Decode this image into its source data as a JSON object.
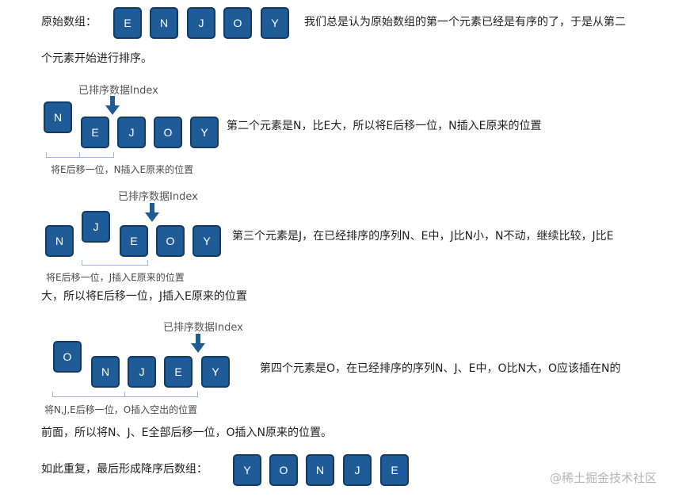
{
  "intro": {
    "label": "原始数组：",
    "boxes": [
      "E",
      "N",
      "J",
      "O",
      "Y"
    ],
    "text_line1": "我们总是认为原始数组的第一个元素已经是有序的了，于是从第二",
    "text_line2": "个元素开始进行排序。"
  },
  "step2": {
    "index_label": "已排序数据Index",
    "moved_box": "N",
    "boxes": [
      "E",
      "J",
      "O",
      "Y"
    ],
    "brace_caption": "将E后移一位，N插入E原来的位置",
    "text": "第二个元素是N，比E大，所以将E后移一位，N插入E原来的位置"
  },
  "step3": {
    "index_label": "已排序数据Index",
    "first_box": "N",
    "moved_box": "J",
    "boxes": [
      "E",
      "O",
      "Y"
    ],
    "brace_caption": "将E后移一位，J插入E原来的位置",
    "text_line1": "第三个元素是J，在已经排序的序列N、E中，J比N小，N不动，继续比较，J比E",
    "text_line2": "大，所以将E后移一位，J插入E原来的位置"
  },
  "step4": {
    "index_label": "已排序数据Index",
    "moved_box": "O",
    "boxes": [
      "N",
      "J",
      "E",
      "Y"
    ],
    "brace_caption": "将N,J,E后移一位，O插入空出的位置",
    "text_line1": "第四个元素是O，在已经排序的序列N、J、E中，O比N大，O应该插在N的",
    "text_line2": "前面，所以将N、J、E全部后移一位，O插入N原来的位置。"
  },
  "final": {
    "label": "如此重复，最后形成降序后数组：",
    "boxes": [
      "Y",
      "O",
      "N",
      "J",
      "E"
    ]
  },
  "watermark": "@稀土掘金技术社区",
  "colors": {
    "box_fill": "#1f5b96",
    "box_border": "#123c66",
    "brace": "#9bb7d4"
  }
}
